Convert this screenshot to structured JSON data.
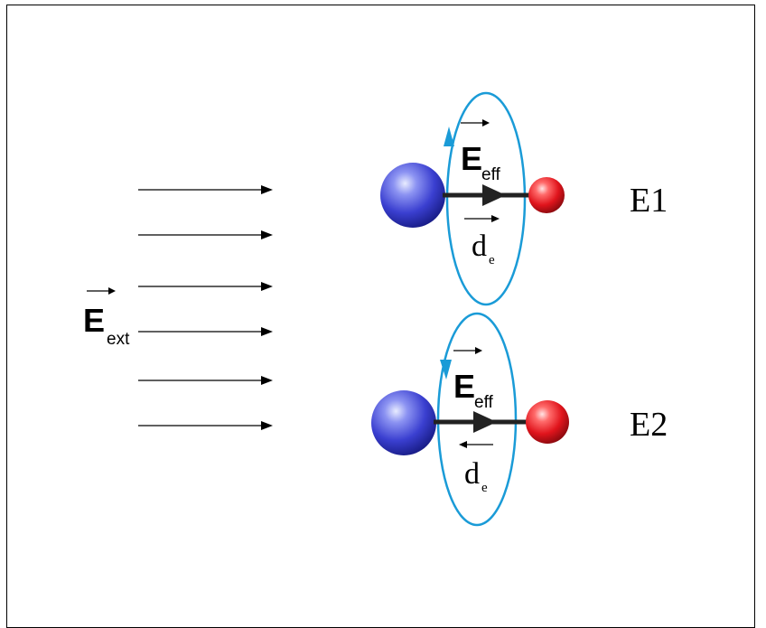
{
  "external_field": {
    "symbol": "E",
    "subscript": "ext",
    "field_lines": 6
  },
  "states": [
    {
      "label": "E1",
      "eeff_symbol": "E",
      "eeff_subscript": "eff",
      "de_symbol": "d",
      "de_subscript": "e",
      "de_arrow_direction": "right",
      "circulation_arrow": "up"
    },
    {
      "label": "E2",
      "eeff_symbol": "E",
      "eeff_subscript": "eff",
      "de_symbol": "d",
      "de_subscript": "e",
      "de_arrow_direction": "left",
      "circulation_arrow": "down"
    }
  ],
  "colors": {
    "heavy_atom": "#3a3fd0",
    "light_atom": "#e0141c",
    "ellipse": "#1a9bd7",
    "bond": "#222222"
  }
}
